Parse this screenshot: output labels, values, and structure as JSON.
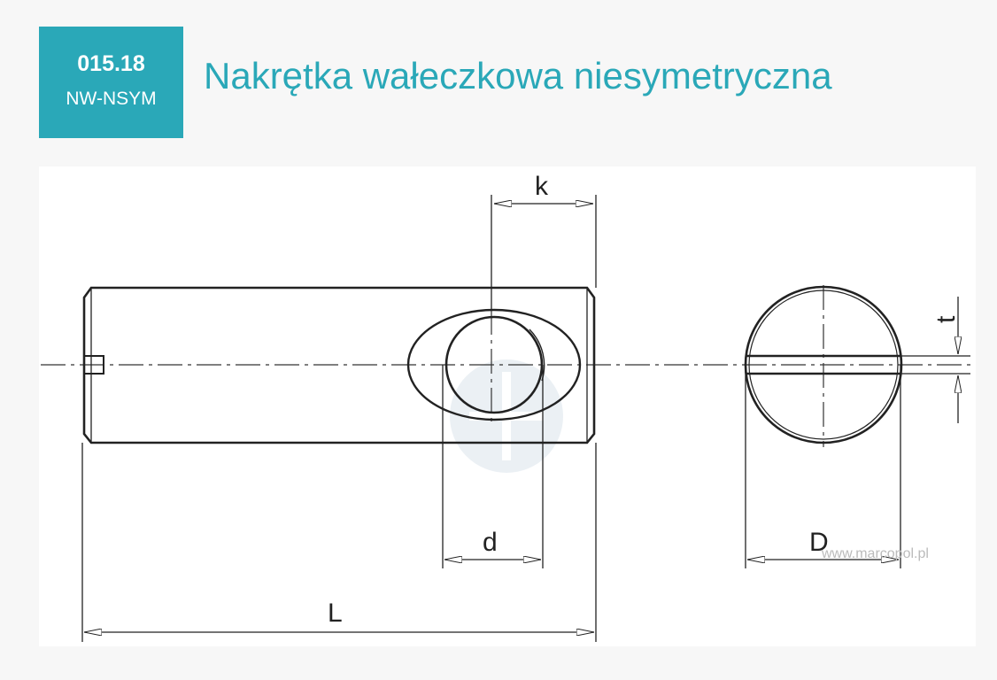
{
  "badge": {
    "code": "015.18",
    "subcode": "NW-NSYM",
    "color": "#2aa8b8"
  },
  "title": "Nakrętka wałeczkowa niesymetryczna",
  "drawing": {
    "labels": {
      "k": "k",
      "t": "t",
      "d": "d",
      "D": "D",
      "L": "L"
    },
    "watermark": "www.marcopol.pl"
  }
}
